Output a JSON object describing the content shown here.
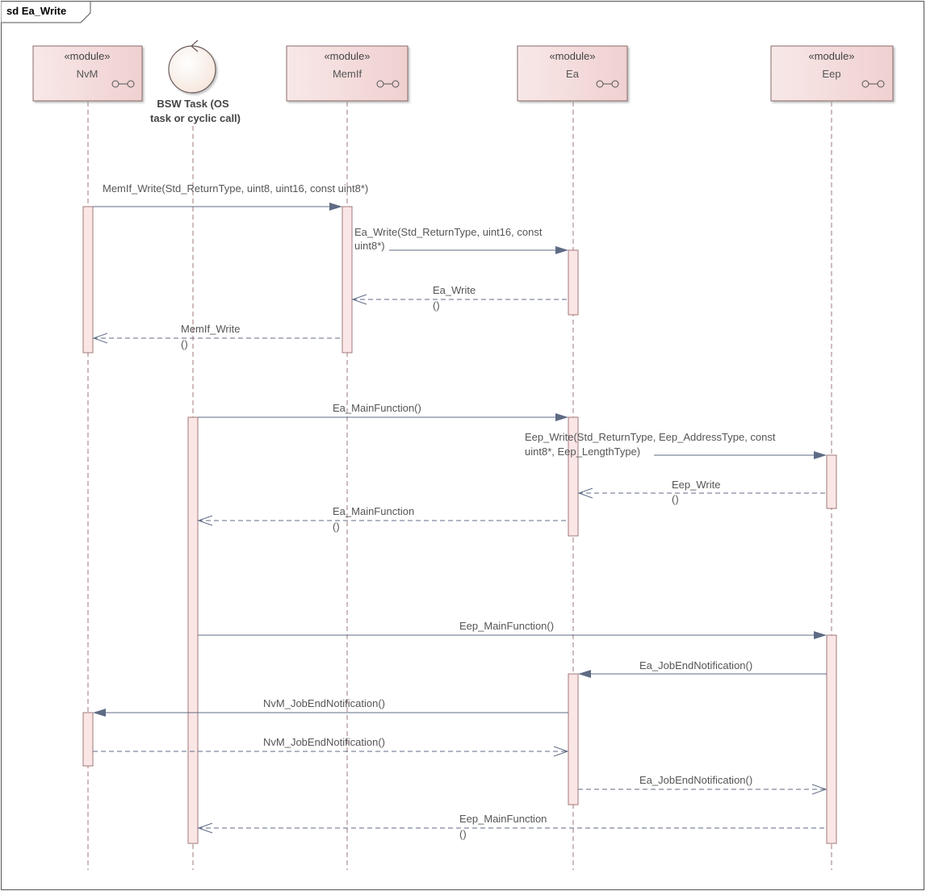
{
  "frame": {
    "title": "sd Ea_Write"
  },
  "participants": [
    {
      "id": "nvm",
      "kind": "module",
      "stereotype": "«module»",
      "name": "NvM"
    },
    {
      "id": "bsw",
      "kind": "control",
      "name_lines": [
        "BSW Task (OS",
        "task or cyclic call)"
      ]
    },
    {
      "id": "memif",
      "kind": "module",
      "stereotype": "«module»",
      "name": "MemIf"
    },
    {
      "id": "ea",
      "kind": "module",
      "stereotype": "«module»",
      "name": "Ea"
    },
    {
      "id": "eep",
      "kind": "module",
      "stereotype": "«module»",
      "name": "Eep"
    }
  ],
  "messages": [
    {
      "from": "nvm",
      "to": "memif",
      "type": "sync",
      "label_lines": [
        "MemIf_Write(Std_ReturnType, uint8, uint16, const uint8*)"
      ]
    },
    {
      "from": "memif",
      "to": "ea",
      "type": "sync",
      "label_lines": [
        "Ea_Write(Std_ReturnType, uint16, const",
        "uint8*)"
      ]
    },
    {
      "from": "ea",
      "to": "memif",
      "type": "return",
      "label_lines": [
        "Ea_Write",
        "()"
      ]
    },
    {
      "from": "memif",
      "to": "nvm",
      "type": "return",
      "label_lines": [
        "MemIf_Write",
        "()"
      ]
    },
    {
      "from": "bsw",
      "to": "ea",
      "type": "sync",
      "label_lines": [
        "Ea_MainFunction()"
      ]
    },
    {
      "from": "ea",
      "to": "eep",
      "type": "sync",
      "label_lines": [
        "Eep_Write(Std_ReturnType, Eep_AddressType, const",
        "uint8*, Eep_LengthType)"
      ]
    },
    {
      "from": "eep",
      "to": "ea",
      "type": "return",
      "label_lines": [
        "Eep_Write",
        "()"
      ]
    },
    {
      "from": "ea",
      "to": "bsw",
      "type": "return",
      "label_lines": [
        "Ea_MainFunction",
        "()"
      ]
    },
    {
      "from": "bsw",
      "to": "eep",
      "type": "sync",
      "label_lines": [
        "Eep_MainFunction()"
      ]
    },
    {
      "from": "eep",
      "to": "ea",
      "type": "sync",
      "label_lines": [
        "Ea_JobEndNotification()"
      ]
    },
    {
      "from": "ea",
      "to": "nvm",
      "type": "sync",
      "label_lines": [
        "NvM_JobEndNotification()"
      ]
    },
    {
      "from": "nvm",
      "to": "ea",
      "type": "return",
      "label_lines": [
        "NvM_JobEndNotification()"
      ]
    },
    {
      "from": "ea",
      "to": "eep",
      "type": "return",
      "label_lines": [
        "Ea_JobEndNotification()"
      ]
    },
    {
      "from": "eep",
      "to": "bsw",
      "type": "return",
      "label_lines": [
        "Eep_MainFunction",
        "()"
      ]
    }
  ],
  "colors": {
    "module_fill": "#f5dede",
    "module_border": "#8a6a6a",
    "lifeline": "#a07878",
    "activation_fill": "#fbe6e6",
    "message_line": "#5f6b85"
  }
}
